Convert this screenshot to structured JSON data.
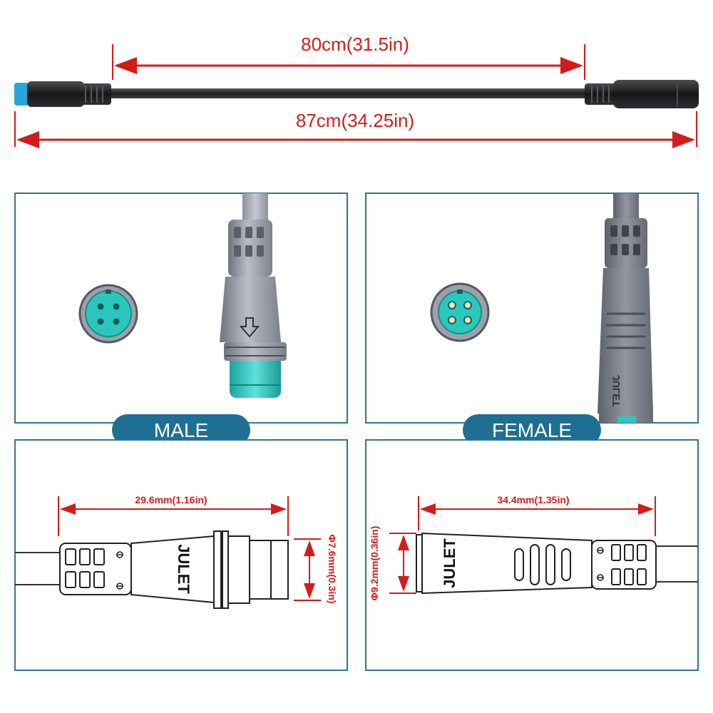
{
  "top_dimensions": {
    "inner_length": "80cm(31.5in)",
    "overall_length": "87cm(34.25in)"
  },
  "labels": {
    "male": "MALE",
    "female": "FEMALE"
  },
  "brand": {
    "male_body": "JULET",
    "female_body": "JULET",
    "female_photo": "JULET"
  },
  "male_drawing": {
    "length": "29.6mm(1.16in)",
    "diameter": "Φ7.6mm(0.3in)"
  },
  "female_drawing": {
    "length": "34.4mm(1.35in)",
    "diameter": "Φ9.2mm(0.36in)"
  },
  "colors": {
    "dimension_red": "#d41b1b",
    "panel_border": "#2e7591",
    "label_blue": "#1f6f93",
    "connector_teal": "#2bbcb7",
    "housing_grey": "#8f94a0"
  }
}
